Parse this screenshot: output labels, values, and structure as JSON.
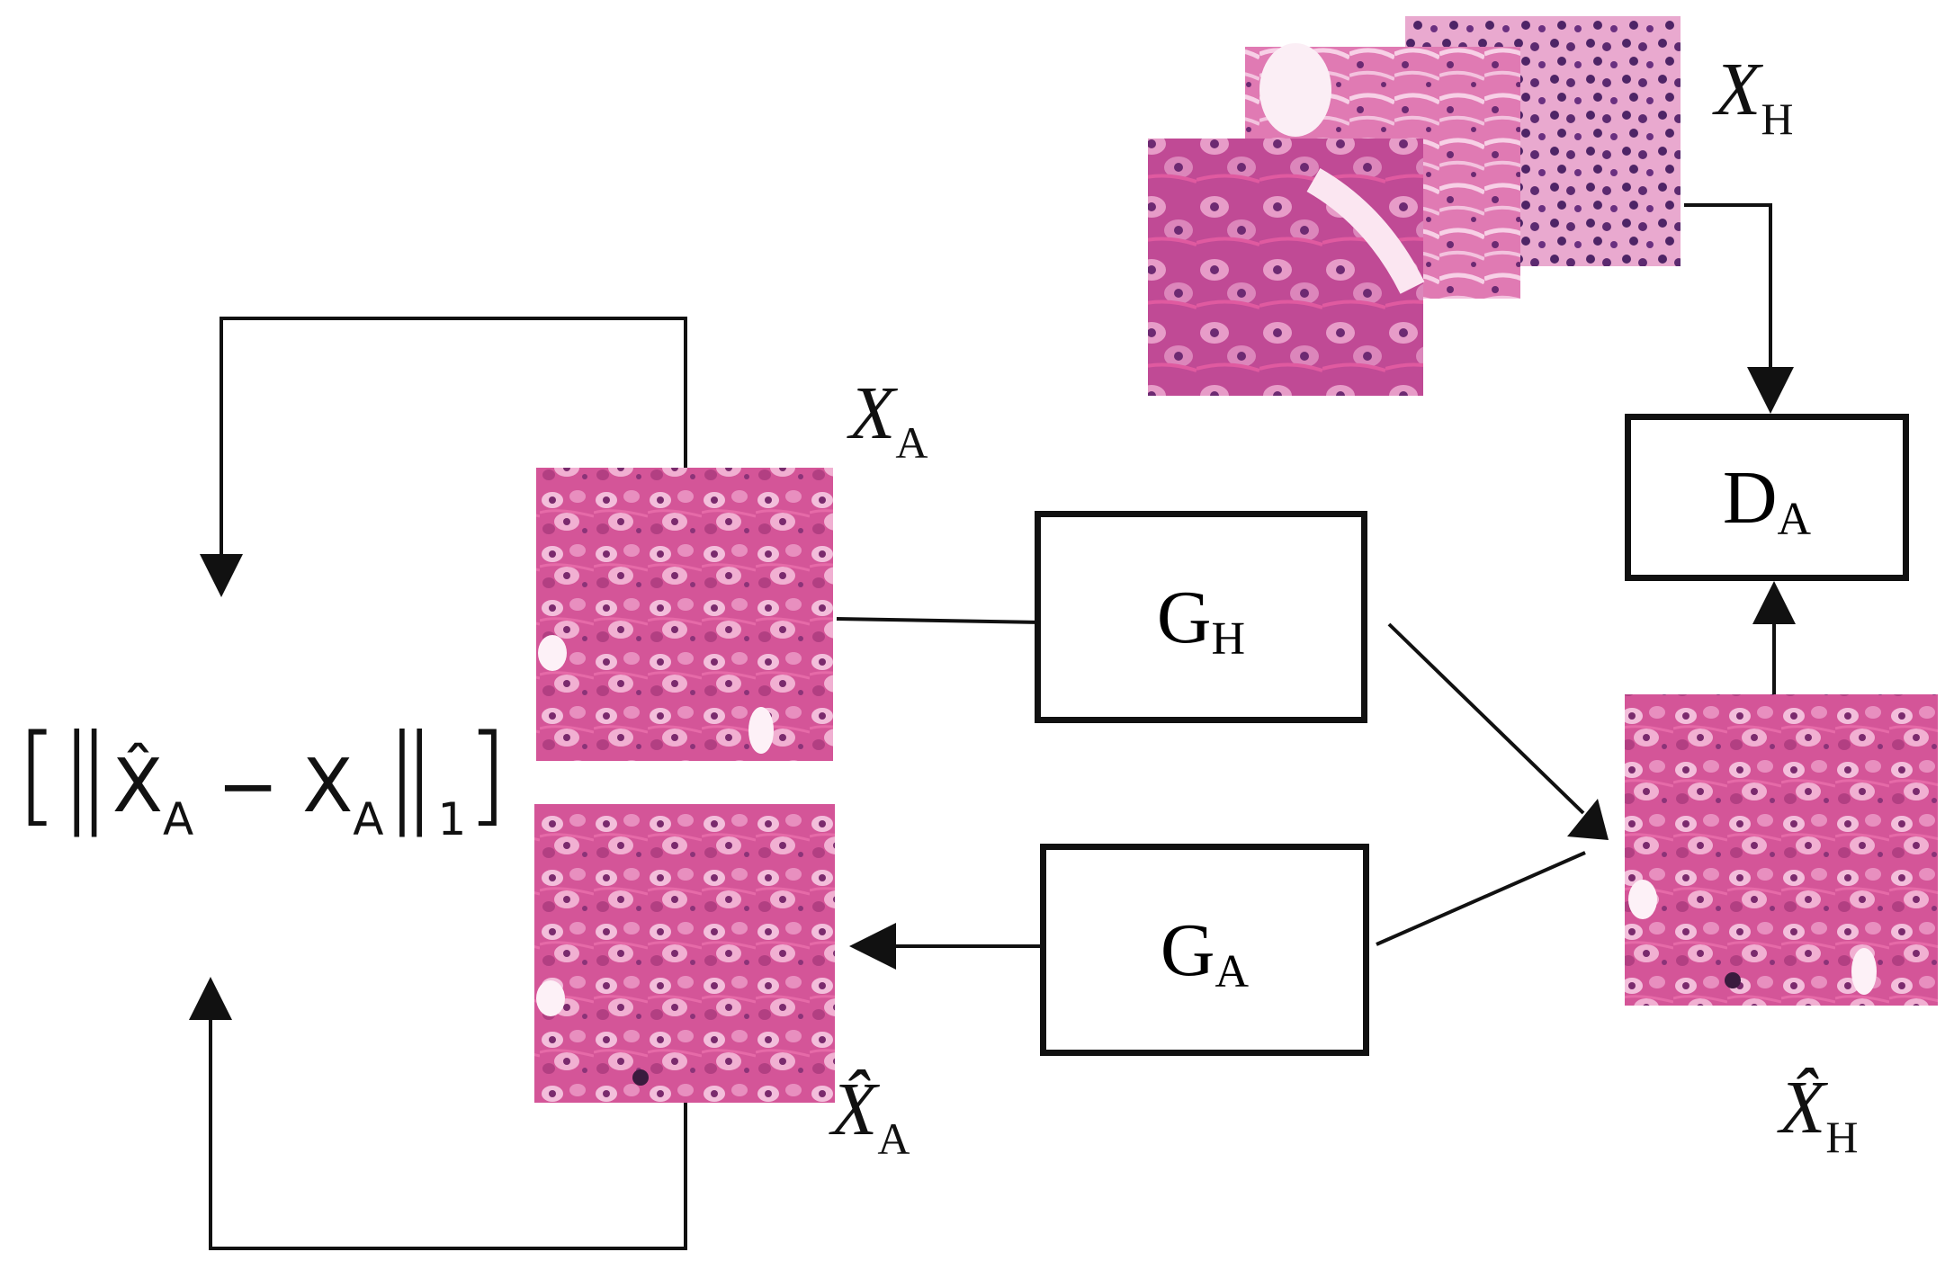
{
  "labels": {
    "x_h": {
      "main": "X",
      "sub": "H"
    },
    "x_a": {
      "main": "X",
      "sub": "A"
    },
    "x_a_hat": {
      "main": "X̂",
      "sub": "A"
    },
    "x_h_hat": {
      "main": "X̂",
      "sub": "H"
    }
  },
  "boxes": {
    "g_h": {
      "main": "G",
      "sub": "H"
    },
    "g_a": {
      "main": "G",
      "sub": "A"
    },
    "d_a": {
      "main": "D",
      "sub": "A"
    }
  },
  "formula": {
    "open": "[",
    "norm_open": "‖",
    "x_hat": "X̂",
    "sub_a1": "A",
    "minus": " − ",
    "x": "X",
    "sub_a2": "A",
    "norm_close": "‖",
    "norm_sub": "1",
    "close": "]"
  },
  "colors": {
    "stroke": "#111111",
    "tissue_base": "#d9529b",
    "tissue_light": "#f2b3d6",
    "tissue_dark": "#8a2a6b",
    "nucleus": "#5b2a73"
  },
  "icons": {
    "patch": "histology-patch"
  }
}
